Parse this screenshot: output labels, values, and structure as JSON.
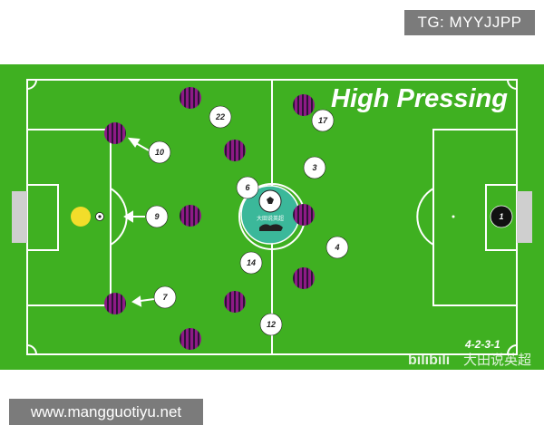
{
  "header": {
    "tg_text": "TG: MYYJJPP"
  },
  "footer": {
    "url_text": "www.mangguotiyu.net"
  },
  "pitch": {
    "title": "High Pressing",
    "formation": "4-2-3-1",
    "watermark": "bilibili",
    "watermark_cn": "大田说英超",
    "logo_text": "大田说英超",
    "colors": {
      "grass": "#3fb021",
      "lines": "#ffffff",
      "goal": "#cfcfcf",
      "striped_player": "#8e1a86",
      "stripe": "#2e1238",
      "white_player": "#ffffff",
      "goalkeeper": "#111111",
      "ball_carrier": "#f2dd2a",
      "logo": "#3bb89a"
    },
    "white_players": [
      "22",
      "10",
      "6",
      "9",
      "14",
      "7",
      "12",
      "17",
      "3",
      "4"
    ],
    "goalkeeper_number": "1"
  }
}
